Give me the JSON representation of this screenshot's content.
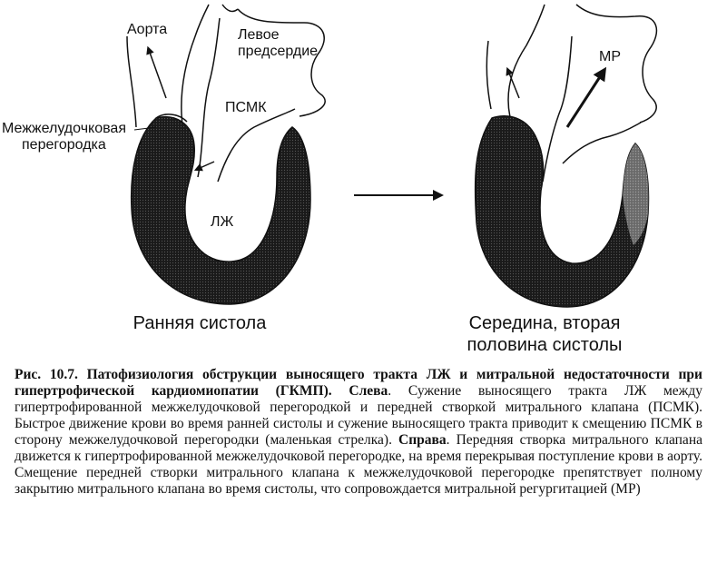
{
  "left_panel": {
    "aorta": "Аорта",
    "left_atrium_line1": "Левое",
    "left_atrium_line2": "предсердие",
    "psmk": "ПСМК",
    "septum_line1": "Межжелудочковая",
    "septum_line2": "перегородка",
    "lv": "ЛЖ",
    "title": "Ранняя систола"
  },
  "right_panel": {
    "mr": "МР",
    "title_line1": "Середина, вторая",
    "title_line2": "половина систолы"
  },
  "caption": {
    "heading": "Рис. 10.7. Патофизиология обструкции выносящего тракта ЛЖ и митральной недостаточности при гипертрофической кардиомиопатии (ГКМП).",
    "left_marker": "Слева",
    "left_text": ". Сужение выносящего тракта ЛЖ между гипертрофированной межжелудочковой перегородкой и передней створкой митрального клапана (ПСМК). Быстрое движение крови во время ранней систолы и сужение выносящего тракта приводит к смещению ПСМК в сторону межжелудочковой перегородки (маленькая стрелка).",
    "right_marker": "Справа",
    "right_text": ". Передняя створка митрального клапана движется к гипертрофированной межжелудочковой перегородке, на время перекрывая поступление крови в аорту. Смещение передней створки митрального клапана к межжелудочковой перегородке препятствует полному закрытию митрального клапана во время систолы, что сопровождается митральной регургитацией (МР)"
  }
}
